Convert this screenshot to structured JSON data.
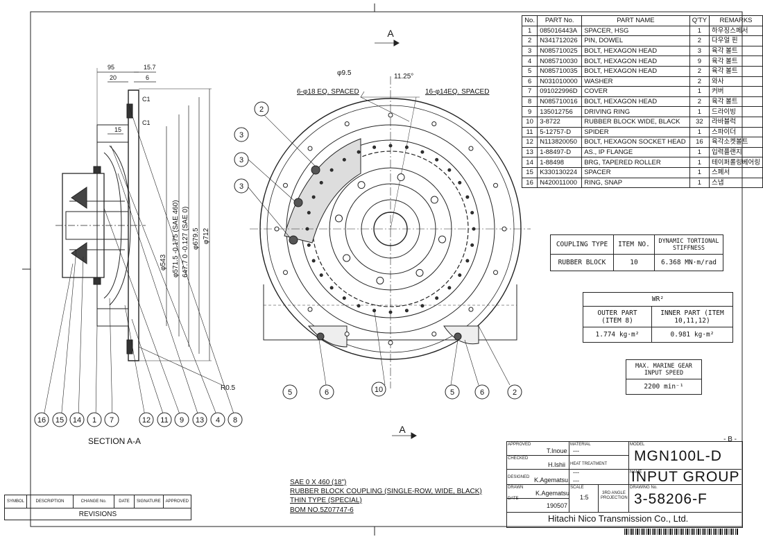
{
  "drawing": {
    "sheet_mark": "- B -",
    "section_title": "SECTION A-A",
    "section_arrow_label": "A",
    "left_view_dims": [
      "95",
      "15.7",
      "20",
      "6",
      "C1",
      "C1",
      "15"
    ],
    "vertical_dims": [
      "φ543",
      "φ571.5 -0.175 (SAE 460)",
      "647.7 0 -0.127 (SAE 0)",
      "φ679.5",
      "φ712"
    ],
    "front_view_labels": [
      "φ9.5",
      "11.25°",
      "6-φ18 EQ. SPACED",
      "16-φ14EQ. SPACED",
      "R0.5"
    ],
    "balloons_section": [
      "16",
      "15",
      "14",
      "1",
      "7",
      "12",
      "11",
      "9",
      "13",
      "4",
      "8"
    ],
    "balloons_front": [
      "2",
      "3",
      "3",
      "3",
      "5",
      "6",
      "10",
      "5",
      "6",
      "2"
    ]
  },
  "parts_table": {
    "headers": [
      "No.",
      "PART No.",
      "PART NAME",
      "Q'TY",
      "REMARKS"
    ],
    "rows": [
      [
        "1",
        "085016443A",
        "SPACER, HSG",
        "1",
        "하우징스페서"
      ],
      [
        "2",
        "N341712026",
        "PIN, DOWEL",
        "2",
        "다우얼 핀"
      ],
      [
        "3",
        "N085710025",
        "BOLT, HEXAGON HEAD",
        "3",
        "육각 볼트"
      ],
      [
        "4",
        "N085710030",
        "BOLT, HEXAGON HEAD",
        "9",
        "육각 볼트"
      ],
      [
        "5",
        "N085710035",
        "BOLT, HEXAGON HEAD",
        "2",
        "육각 볼트"
      ],
      [
        "6",
        "N031010000",
        "WASHER",
        "2",
        "와사"
      ],
      [
        "7",
        "091022996D",
        "COVER",
        "1",
        "커버"
      ],
      [
        "8",
        "N085710016",
        "BOLT, HEXAGON HEAD",
        "2",
        "육각 볼트"
      ],
      [
        "9",
        "135012756",
        "DRIVING RING",
        "1",
        "드라이빙"
      ],
      [
        "10",
        "3-8722",
        "RUBBER BLOCK    WIDE, BLACK",
        "32",
        "라바블럭"
      ],
      [
        "11",
        "5-12757-D",
        "SPIDER",
        "1",
        "스파이더"
      ],
      [
        "12",
        "N113820050",
        "BOLT, HEXAGON SOCKET HEAD",
        "16",
        "육각소켓볼트"
      ],
      [
        "13",
        "1-88497-D",
        "AS., IP FLANGE",
        "1",
        "입력플랜지"
      ],
      [
        "14",
        "1-88498",
        "BRG, TAPERED ROLLER",
        "1",
        "테이퍼롤링베어링"
      ],
      [
        "15",
        "K330130224",
        "SPACER",
        "1",
        "스페서"
      ],
      [
        "16",
        "N420011000",
        "RING, SNAP",
        "1",
        "스냅"
      ]
    ]
  },
  "coupling_table": {
    "headers": [
      "COUPLING TYPE",
      "ITEM NO.",
      "DYNAMIC TORTIONAL STIFFNESS"
    ],
    "row": [
      "RUBBER BLOCK",
      "10",
      "6.368 MN·m/rad"
    ]
  },
  "wr2_table": {
    "title": "WR²",
    "outer_header": "OUTER PART (ITEM 8)",
    "inner_header": "INNER PART (ITEM 10,11,12)",
    "outer_value": "1.774 kg·m²",
    "inner_value": "0.981 kg·m²"
  },
  "speed_table": {
    "header": "MAX. MARINE GEAR INPUT SPEED",
    "value": "2200 min⁻¹"
  },
  "description": {
    "line1": "SAE 0 X 460 (18\")",
    "line2": "RUBBER BLOCK COUPLING (SINGLE-ROW, WIDE, BLACK)",
    "line3": "THIN TYPE (SPECIAL)",
    "line4": "BOM NO.5Z07747-6"
  },
  "revisions": {
    "headers": [
      "SYMBOL",
      "DESCRIPTION",
      "CHANGE No.",
      "DATE",
      "SIGNATURE",
      "APPROVED"
    ],
    "footer": "REVISIONS"
  },
  "title_block": {
    "approved_label": "APPROVED",
    "approved_by": "T.Inoue",
    "checked_label": "CHECKED",
    "checked_by": "H.Ishii",
    "designed_label": "DESIGNED",
    "designed_by": "K.Agematsu",
    "drawn_label": "DRAWN",
    "drawn_by": "K.Agematsu",
    "date_label": "DATE",
    "date": "190507",
    "material_label": "MATERIAL",
    "material": "---",
    "heat_label": "HEAT TREATMENT",
    "heat": "---",
    "extra": "---",
    "scale_label": "SCALE",
    "scale": "1:5",
    "projection": "3RD ANGLE PROJECTION",
    "model_label": "MODEL",
    "model": "MGN100L-D",
    "name_label": "NAME",
    "name": "INPUT GROUP",
    "drawing_no_label": "DRAWING No.",
    "drawing_no": "3-58206-F",
    "company": "Hitachi Nico Transmission Co., Ltd."
  }
}
